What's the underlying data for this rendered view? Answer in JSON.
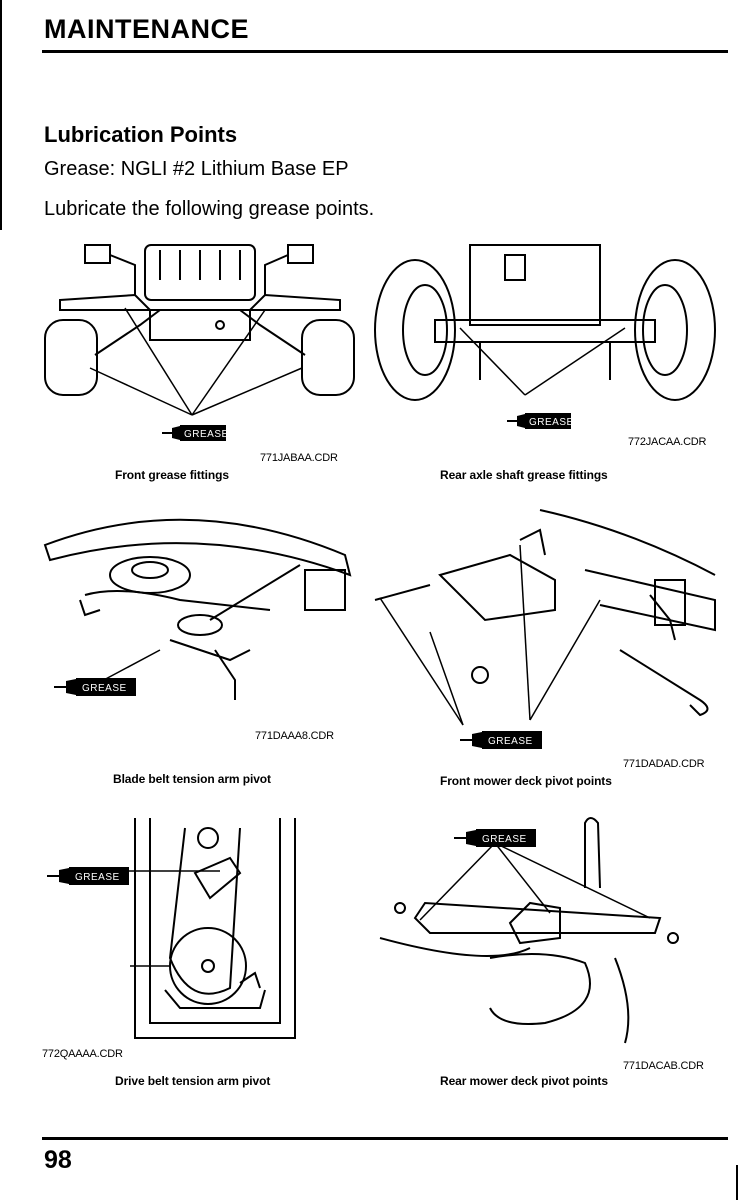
{
  "header": {
    "section": "MAINTENANCE"
  },
  "content": {
    "heading": "Lubrication Points",
    "grease_spec": "Grease: NGLI #2 Lithium Base EP",
    "intro": "Lubricate the following grease points."
  },
  "grease_label": "GREASE",
  "figures": [
    {
      "code": "771JABAA.CDR",
      "caption": "Front grease fittings"
    },
    {
      "code": "772JACAA.CDR",
      "caption": "Rear axle shaft grease fittings"
    },
    {
      "code": "771DAAA8.CDR",
      "caption": "Blade belt tension arm pivot"
    },
    {
      "code": "771DADAD.CDR",
      "caption": "Front mower deck pivot points"
    },
    {
      "code": "772QAAAA.CDR",
      "caption": "Drive belt tension arm pivot"
    },
    {
      "code": "771DACAB.CDR",
      "caption": "Rear mower deck pivot points"
    }
  ],
  "footer": {
    "page_number": "98"
  }
}
